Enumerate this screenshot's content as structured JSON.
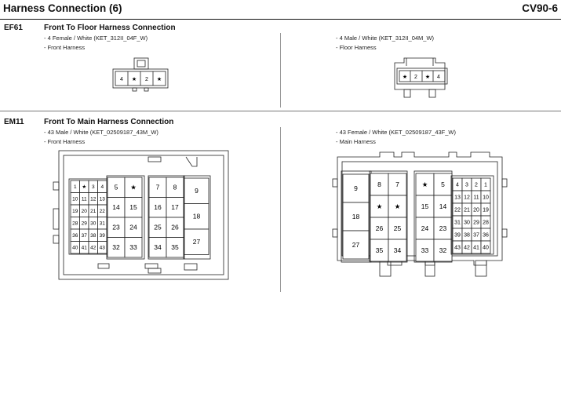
{
  "header": {
    "title": "Harness Connection (6)",
    "page_code": "CV90-6"
  },
  "sections": [
    {
      "code": "EF61",
      "title": "Front To Floor Harness Connection",
      "left": {
        "lines": [
          "- 4 Female / White (KET_312II_04F_W)",
          "- Front Harness"
        ]
      },
      "right": {
        "lines": [
          "- 4 Male / White (KET_312II_04M_W)",
          "- Floor Harness"
        ]
      }
    },
    {
      "code": "EM11",
      "title": "Front To Main Harness Connection",
      "left": {
        "lines": [
          "- 43 Male / White (KET_02509187_43M_W)",
          "- Front Harness"
        ]
      },
      "right": {
        "lines": [
          "- 43 Female / White (KET_02509187_43F_W)",
          "- Main Harness"
        ]
      }
    }
  ],
  "ef61_female_pins": [
    "4",
    "★",
    "2",
    "★"
  ],
  "ef61_male_pins": [
    "★",
    "2",
    "★",
    "4"
  ],
  "em11_male": {
    "small_grid": [
      [
        "1",
        "★",
        "3",
        "4"
      ],
      [
        "10",
        "11",
        "12",
        "13"
      ],
      [
        "19",
        "20",
        "21",
        "22"
      ],
      [
        "28",
        "29",
        "30",
        "31"
      ],
      [
        "36",
        "37",
        "38",
        "39"
      ],
      [
        "40",
        "41",
        "42",
        "43"
      ]
    ],
    "block_a": [
      [
        "5",
        "★"
      ],
      [
        "14",
        "15"
      ],
      [
        "23",
        "24"
      ],
      [
        "32",
        "33"
      ]
    ],
    "block_b": [
      [
        "7",
        "8"
      ],
      [
        "16",
        "17"
      ],
      [
        "25",
        "26"
      ],
      [
        "34",
        "35"
      ]
    ],
    "block_c": [
      "9",
      "18",
      "27"
    ]
  },
  "em11_female": {
    "block_c": [
      "9",
      "18",
      "27"
    ],
    "block_b": [
      [
        "8",
        "7"
      ],
      [
        "★",
        "★"
      ],
      [
        "26",
        "25"
      ],
      [
        "35",
        "34"
      ]
    ],
    "block_a": [
      [
        "★",
        "5"
      ],
      [
        "15",
        "14"
      ],
      [
        "24",
        "23"
      ],
      [
        "33",
        "32"
      ]
    ],
    "small_grid": [
      [
        "4",
        "3",
        "2",
        "1"
      ],
      [
        "13",
        "12",
        "11",
        "10"
      ],
      [
        "22",
        "21",
        "20",
        "19"
      ],
      [
        "31",
        "30",
        "29",
        "28"
      ],
      [
        "39",
        "38",
        "37",
        "36"
      ],
      [
        "43",
        "42",
        "41",
        "40"
      ]
    ]
  }
}
